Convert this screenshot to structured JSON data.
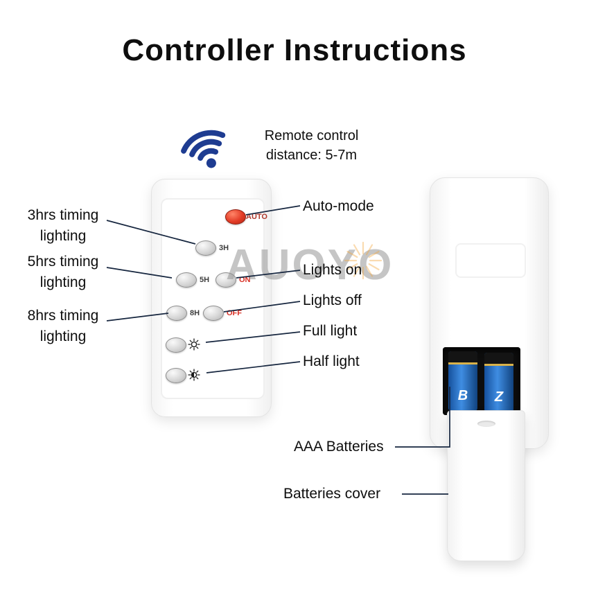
{
  "title": "Controller Instructions",
  "watermark": "AUOYO",
  "remote_signal": {
    "line1": "Remote control",
    "line2": "distance: 5-7m"
  },
  "left_labels": [
    {
      "text": "3hrs timing\nlighting"
    },
    {
      "text": "5hrs timing\nlighting"
    },
    {
      "text": "8hrs timing\nlighting"
    }
  ],
  "right_labels": [
    {
      "text": "Auto-mode"
    },
    {
      "text": "Lights on"
    },
    {
      "text": "Lights off"
    },
    {
      "text": "Full light"
    },
    {
      "text": "Half light"
    }
  ],
  "back_labels": [
    {
      "text": "AAA Batteries"
    },
    {
      "text": "Batteries cover"
    }
  ],
  "remote_front": {
    "buttons": {
      "auto": "AUTO",
      "h3": "3H",
      "h5": "5H",
      "on": "ON",
      "h8": "8H",
      "off": "OFF"
    }
  },
  "batteries": [
    {
      "letter": "B"
    },
    {
      "letter": "Z"
    }
  ],
  "icons": {
    "signal": "wifi-arcs",
    "full_light": "sun",
    "half_light": "half-sun"
  },
  "colors": {
    "signal_blue": "#1e3c91",
    "auto_button_red": "#e23b26",
    "on_off_red": "#d93025",
    "battery_blue": "#2f7fd6",
    "watermark_gray": "#8c8c8c",
    "connector_line": "#16263f"
  }
}
